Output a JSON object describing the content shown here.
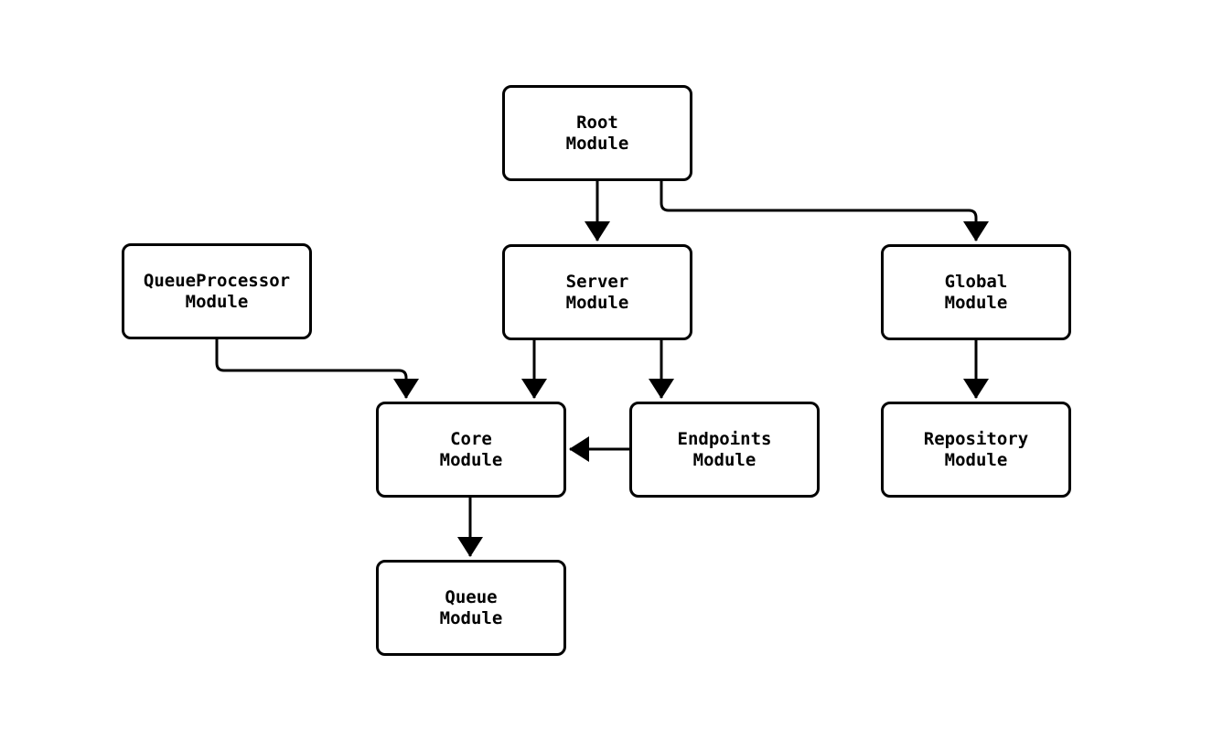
{
  "diagram": {
    "type": "module-dependency-flowchart",
    "background_color": "#ffffff",
    "stroke_color": "#000000",
    "nodes": {
      "root": {
        "label": "Root\nModule"
      },
      "queue_processor": {
        "label": "QueueProcessor\nModule"
      },
      "server": {
        "label": "Server\nModule"
      },
      "global": {
        "label": "Global\nModule"
      },
      "core": {
        "label": "Core\nModule"
      },
      "endpoints": {
        "label": "Endpoints\nModule"
      },
      "repository": {
        "label": "Repository\nModule"
      },
      "queue": {
        "label": "Queue\nModule"
      }
    },
    "edges": [
      {
        "from": "root",
        "to": "server"
      },
      {
        "from": "root",
        "to": "global"
      },
      {
        "from": "queue_processor",
        "to": "core"
      },
      {
        "from": "server",
        "to": "core"
      },
      {
        "from": "server",
        "to": "endpoints"
      },
      {
        "from": "endpoints",
        "to": "core"
      },
      {
        "from": "global",
        "to": "repository"
      },
      {
        "from": "core",
        "to": "queue"
      }
    ]
  }
}
